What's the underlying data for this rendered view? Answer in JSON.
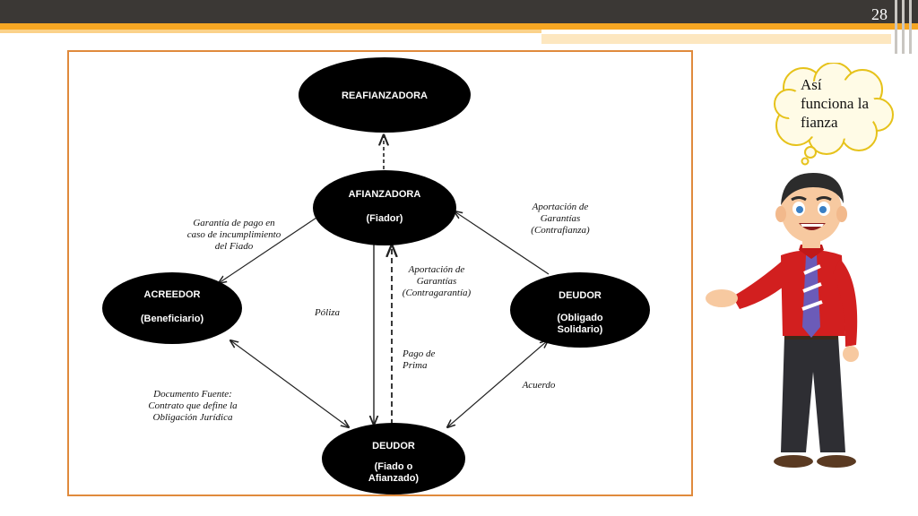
{
  "slide": {
    "page_number": "28"
  },
  "diagram": {
    "nodes": {
      "reafianzadora": {
        "line1": "REAFIANZADORA"
      },
      "afianzadora": {
        "line1": "AFIANZADORA",
        "line2": "(Fiador)"
      },
      "acreedor": {
        "line1": "ACREEDOR",
        "line2": "(Beneficiario)"
      },
      "deudor_solidario": {
        "line1": "DEUDOR",
        "line2": "(Obligado",
        "line3": "Solidario)"
      },
      "deudor_fiado": {
        "line1": "DEUDOR",
        "line2": "(Fiado o",
        "line3": "Afianzado)"
      }
    },
    "labels": {
      "garantia": [
        "Garantía de pago en",
        "caso de incumplimiento",
        "del Fiado"
      ],
      "aportacion_contrafianza": [
        "Aportación de",
        "Garantías",
        "(Contrafianza)"
      ],
      "aportacion_contragarantia": [
        "Aportación de",
        "Garantías",
        "(Contragarantía)"
      ],
      "poliza": "Póliza",
      "pago_prima": [
        "Pago de",
        "Prima"
      ],
      "documento": [
        "Documento Fuente:",
        "Contrato  que define la",
        "Obligación Jurídica"
      ],
      "acuerdo": "Acuerdo"
    }
  },
  "speech_bubble": {
    "lines": [
      "Así",
      "funciona la",
      "fianza"
    ]
  },
  "colors": {
    "accent": "#f5a623",
    "frame": "#e08a3c",
    "node": "#000000",
    "topbar": "#3b3835"
  }
}
